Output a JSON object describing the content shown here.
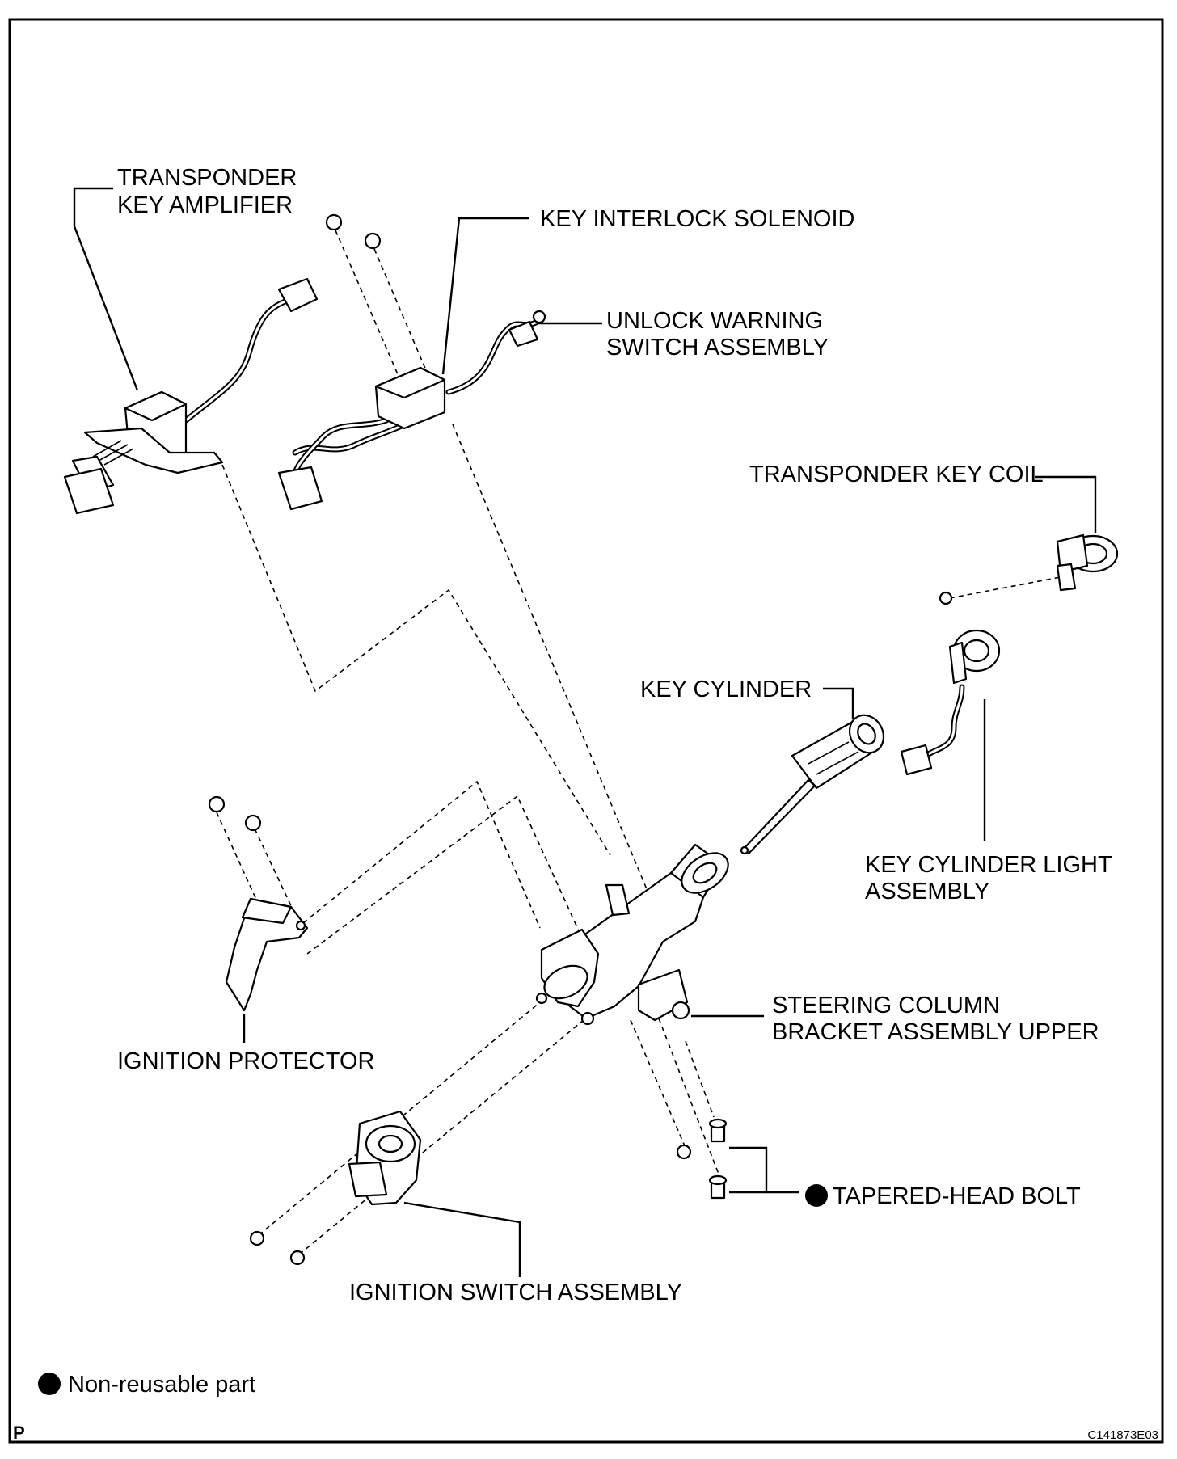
{
  "diagram": {
    "labels": {
      "transponder_key_amplifier": [
        "TRANSPONDER",
        "KEY AMPLIFIER"
      ],
      "key_interlock_solenoid": "KEY INTERLOCK SOLENOID",
      "unlock_warning_switch_assembly": [
        "UNLOCK WARNING",
        "SWITCH ASSEMBLY"
      ],
      "transponder_key_coil": "TRANSPONDER KEY COIL",
      "key_cylinder": "KEY CYLINDER",
      "key_cylinder_light_assembly": [
        "KEY CYLINDER LIGHT",
        "ASSEMBLY"
      ],
      "steering_column_bracket_assembly_upper": [
        "STEERING COLUMN",
        "BRACKET ASSEMBLY UPPER"
      ],
      "ignition_protector": "IGNITION PROTECTOR",
      "tapered_head_bolt": "TAPERED-HEAD BOLT",
      "ignition_switch_assembly": "IGNITION SWITCH ASSEMBLY"
    },
    "legend": {
      "non_reusable": "Non-reusable part"
    },
    "footer": {
      "left_mark": "P",
      "figure_code": "C141873E03"
    }
  }
}
